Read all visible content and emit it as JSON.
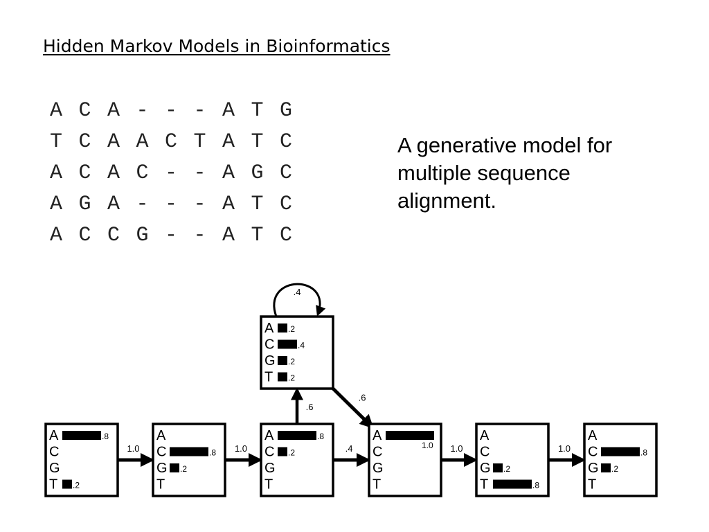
{
  "title": "Hidden Markov Models in Bioinformatics",
  "caption": "A generative model for multiple sequence alignment.",
  "alignment": [
    [
      "A",
      "C",
      "A",
      "-",
      "-",
      "-",
      "A",
      "T",
      "G"
    ],
    [
      "T",
      "C",
      "A",
      "A",
      "C",
      "T",
      "A",
      "T",
      "C"
    ],
    [
      "A",
      "C",
      "A",
      "C",
      "-",
      "-",
      "A",
      "G",
      "C"
    ],
    [
      "A",
      "G",
      "A",
      "-",
      "-",
      "-",
      "A",
      "T",
      "C"
    ],
    [
      "A",
      "C",
      "C",
      "G",
      "-",
      "-",
      "A",
      "T",
      "C"
    ]
  ],
  "nucleotides": [
    "A",
    "C",
    "G",
    "T"
  ],
  "states": [
    {
      "id": "s1",
      "emissions": {
        "A": 0.8,
        "C": 0,
        "G": 0,
        "T": 0.2
      },
      "labels": {
        "A": ".8",
        "T": ".2"
      }
    },
    {
      "id": "s2",
      "emissions": {
        "A": 0,
        "C": 0.8,
        "G": 0.2,
        "T": 0
      },
      "labels": {
        "C": ".8",
        "G": ".2"
      }
    },
    {
      "id": "s3",
      "emissions": {
        "A": 0.8,
        "C": 0.2,
        "G": 0,
        "T": 0
      },
      "labels": {
        "A": ".8",
        "C": ".2"
      }
    },
    {
      "id": "insert",
      "emissions": {
        "A": 0.2,
        "C": 0.4,
        "G": 0.2,
        "T": 0.2
      },
      "labels": {
        "A": ".2",
        "C": ".4",
        "G": ".2",
        "T": ".2"
      }
    },
    {
      "id": "s4",
      "emissions": {
        "A": 1.0,
        "C": 0,
        "G": 0,
        "T": 0
      },
      "labels": {
        "A": "1.0"
      }
    },
    {
      "id": "s5",
      "emissions": {
        "A": 0,
        "C": 0,
        "G": 0.2,
        "T": 0.8
      },
      "labels": {
        "G": ".2",
        "T": ".8"
      }
    },
    {
      "id": "s6",
      "emissions": {
        "A": 0,
        "C": 0.8,
        "G": 0.2,
        "T": 0
      },
      "labels": {
        "C": ".8",
        "G": ".2"
      }
    }
  ],
  "transitions": [
    {
      "from": "s1",
      "to": "s2",
      "label": "1.0"
    },
    {
      "from": "s2",
      "to": "s3",
      "label": "1.0"
    },
    {
      "from": "s3",
      "to": "s4",
      "label": ".4"
    },
    {
      "from": "s3",
      "to": "insert",
      "label": ".6"
    },
    {
      "from": "insert",
      "to": "insert",
      "label": ".4"
    },
    {
      "from": "insert",
      "to": "s4",
      "label": ".6"
    },
    {
      "from": "s4",
      "to": "s5",
      "label": "1.0"
    },
    {
      "from": "s5",
      "to": "s6",
      "label": "1.0"
    }
  ]
}
